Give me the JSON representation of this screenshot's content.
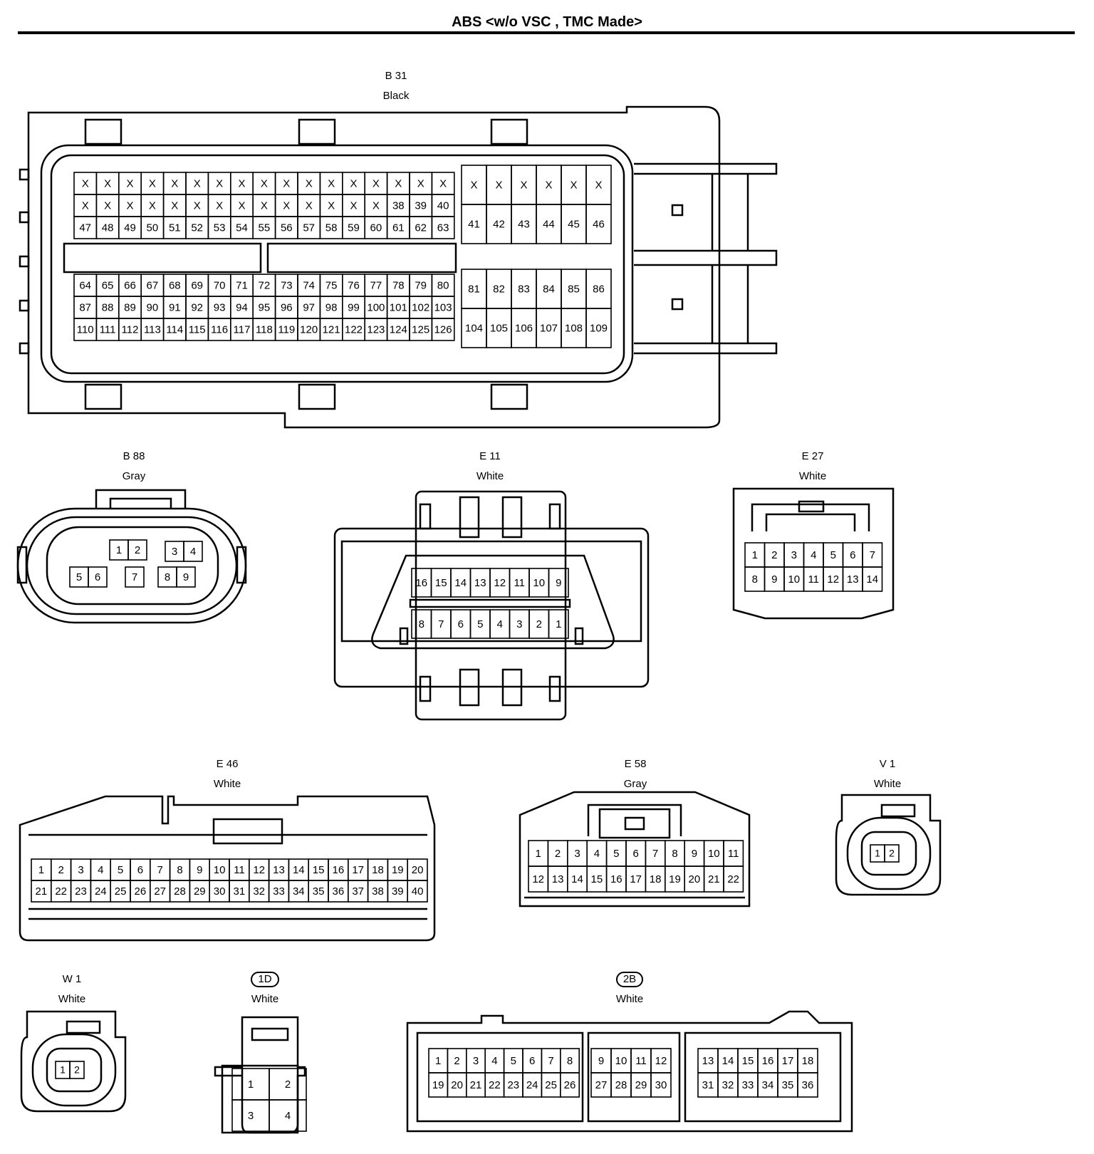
{
  "title": "ABS <w/o VSC , TMC Made>",
  "connectors": {
    "B31": {
      "code": "B 31",
      "color": "Black"
    },
    "B88": {
      "code": "B 88",
      "color": "Gray"
    },
    "E11": {
      "code": "E 11",
      "color": "White"
    },
    "E27": {
      "code": "E 27",
      "color": "White"
    },
    "E46": {
      "code": "E 46",
      "color": "White"
    },
    "E58": {
      "code": "E 58",
      "color": "Gray"
    },
    "V1": {
      "code": "V 1",
      "color": "White"
    },
    "W1": {
      "code": "W 1",
      "color": "White"
    },
    "J1D": {
      "code": "1D",
      "color": "White"
    },
    "J2B": {
      "code": "2B",
      "color": "White"
    }
  },
  "pins": {
    "B31_left": [
      [
        "X",
        "X",
        "X",
        "X",
        "X",
        "X",
        "X",
        "X",
        "X",
        "X",
        "X",
        "X",
        "X",
        "X",
        "X",
        "X",
        "X"
      ],
      [
        "X",
        "X",
        "X",
        "X",
        "X",
        "X",
        "X",
        "X",
        "X",
        "X",
        "X",
        "X",
        "X",
        "X",
        "38",
        "39",
        "40"
      ],
      [
        "47",
        "48",
        "49",
        "50",
        "51",
        "52",
        "53",
        "54",
        "55",
        "56",
        "57",
        "58",
        "59",
        "60",
        "61",
        "62",
        "63"
      ],
      [
        "64",
        "65",
        "66",
        "67",
        "68",
        "69",
        "70",
        "71",
        "72",
        "73",
        "74",
        "75",
        "76",
        "77",
        "78",
        "79",
        "80"
      ],
      [
        "87",
        "88",
        "89",
        "90",
        "91",
        "92",
        "93",
        "94",
        "95",
        "96",
        "97",
        "98",
        "99",
        "100",
        "101",
        "102",
        "103"
      ],
      [
        "110",
        "111",
        "112",
        "113",
        "114",
        "115",
        "116",
        "117",
        "118",
        "119",
        "120",
        "121",
        "122",
        "123",
        "124",
        "125",
        "126"
      ]
    ],
    "B31_right": [
      [
        "X",
        "X",
        "X",
        "X",
        "X",
        "X"
      ],
      [
        "41",
        "42",
        "43",
        "44",
        "45",
        "46"
      ],
      [
        "81",
        "82",
        "83",
        "84",
        "85",
        "86"
      ],
      [
        "104",
        "105",
        "106",
        "107",
        "108",
        "109"
      ]
    ],
    "B88": [
      "1",
      "2",
      "3",
      "4",
      "5",
      "6",
      "7",
      "8",
      "9"
    ],
    "E11": [
      [
        "16",
        "15",
        "14",
        "13",
        "12",
        "11",
        "10",
        "9"
      ],
      [
        "8",
        "7",
        "6",
        "5",
        "4",
        "3",
        "2",
        "1"
      ]
    ],
    "E27": [
      [
        "1",
        "2",
        "3",
        "4",
        "5",
        "6",
        "7"
      ],
      [
        "8",
        "9",
        "10",
        "11",
        "12",
        "13",
        "14"
      ]
    ],
    "E46": [
      [
        "1",
        "2",
        "3",
        "4",
        "5",
        "6",
        "7",
        "8",
        "9",
        "10",
        "11",
        "12",
        "13",
        "14",
        "15",
        "16",
        "17",
        "18",
        "19",
        "20"
      ],
      [
        "21",
        "22",
        "23",
        "24",
        "25",
        "26",
        "27",
        "28",
        "29",
        "30",
        "31",
        "32",
        "33",
        "34",
        "35",
        "36",
        "37",
        "38",
        "39",
        "40"
      ]
    ],
    "E58": [
      [
        "1",
        "2",
        "3",
        "4",
        "5",
        "6",
        "7",
        "8",
        "9",
        "10",
        "11"
      ],
      [
        "12",
        "13",
        "14",
        "15",
        "16",
        "17",
        "18",
        "19",
        "20",
        "21",
        "22"
      ]
    ],
    "V1": [
      "1",
      "2"
    ],
    "W1": [
      "1",
      "2"
    ],
    "J1D": [
      "1",
      "2",
      "3",
      "4"
    ],
    "J2B_a": [
      [
        "1",
        "2",
        "3",
        "4",
        "5",
        "6",
        "7",
        "8"
      ],
      [
        "19",
        "20",
        "21",
        "22",
        "23",
        "24",
        "25",
        "26"
      ]
    ],
    "J2B_b": [
      [
        "9",
        "10",
        "11",
        "12"
      ],
      [
        "27",
        "28",
        "29",
        "30"
      ]
    ],
    "J2B_c": [
      [
        "13",
        "14",
        "15",
        "16",
        "17",
        "18"
      ],
      [
        "31",
        "32",
        "33",
        "34",
        "35",
        "36"
      ]
    ]
  }
}
